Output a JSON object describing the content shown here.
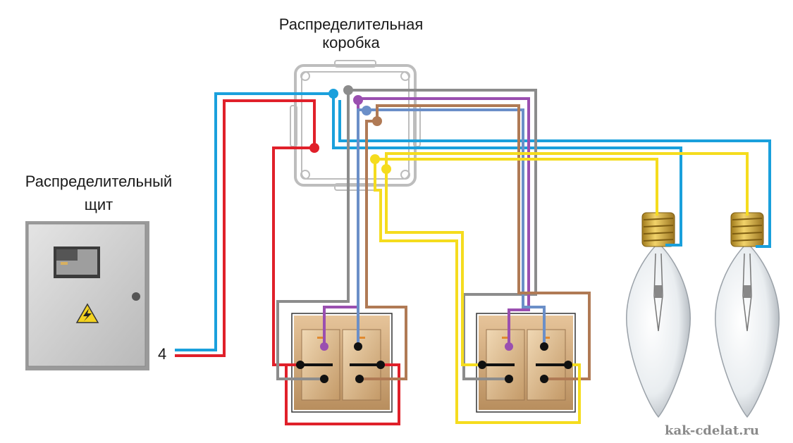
{
  "labels": {
    "junction_box_line1": "Распределительная",
    "junction_box_line2": "коробка",
    "panel_line1": "Распределительный",
    "panel_line2": "щит",
    "cable_count": "4",
    "watermark": "kak-cdelat.ru"
  },
  "colors": {
    "red": "#e0202a",
    "blue": "#1aa0dc",
    "grey": "#8c8c8c",
    "purple": "#9a4fb0",
    "light_blue": "#6b8fc8",
    "brown": "#b07a55",
    "yellow": "#f5dc1e",
    "switch_gold": "#c7a070"
  },
  "icons": [
    "warning-lightning-icon",
    "lamp-icon",
    "switch-icon",
    "junction-box-icon",
    "electrical-panel-icon"
  ]
}
